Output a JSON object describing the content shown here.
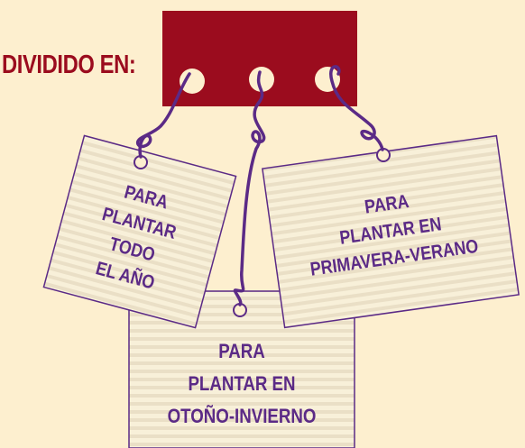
{
  "header": {
    "label": "DIVIDIDO EN:"
  },
  "tags": [
    {
      "lines": [
        "PARA",
        "PLANTAR",
        "TODO",
        "EL AÑO"
      ]
    },
    {
      "lines": [
        "PARA",
        "PLANTAR EN",
        "OTOÑO-INVIERNO"
      ]
    },
    {
      "lines": [
        "PARA",
        "PLANTAR EN",
        "PRIMAVERA-VERANO"
      ]
    }
  ],
  "colors": {
    "background": "#fdefcf",
    "header_block": "#9b0c1e",
    "string": "#5b2a86",
    "tag_stripe_light": "#f8f0d9",
    "tag_stripe_dark": "#eadfc6"
  }
}
